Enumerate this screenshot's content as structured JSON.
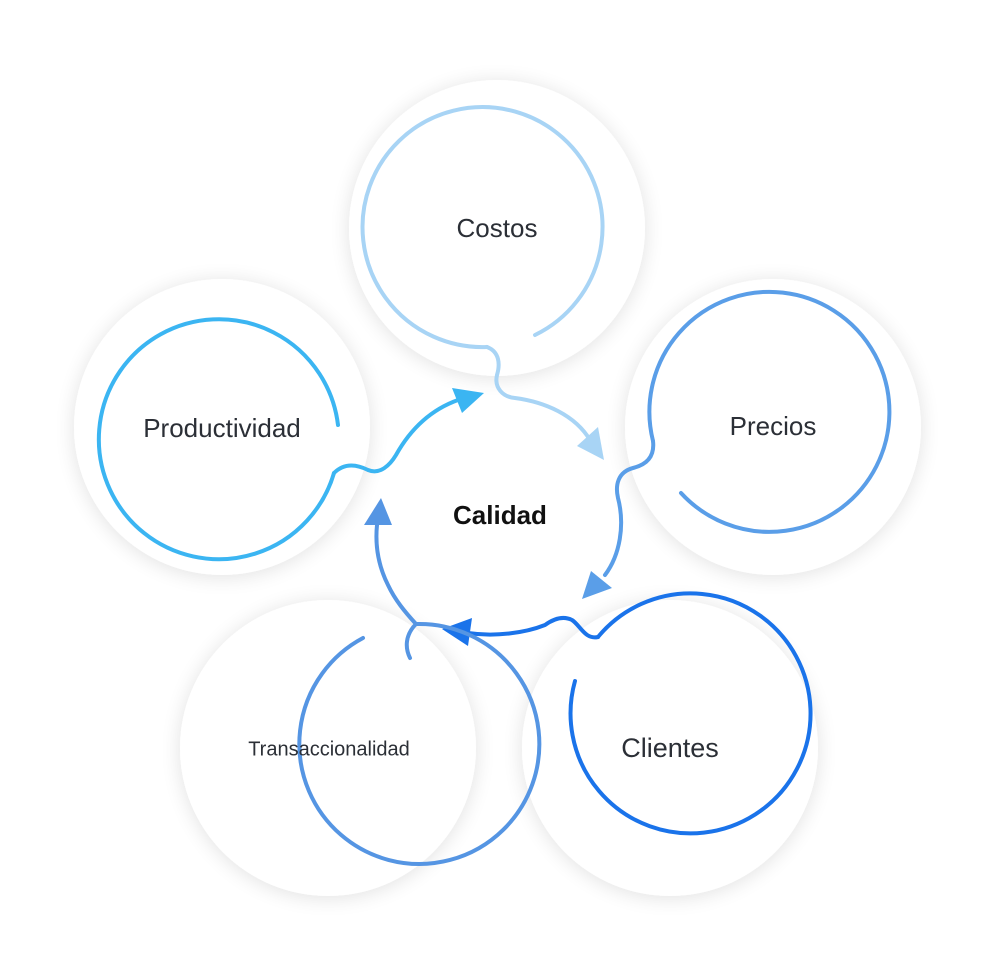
{
  "diagram": {
    "center_label": "Calidad",
    "nodes": [
      {
        "id": "costos",
        "label": "Costos",
        "color": "#a8d4f5"
      },
      {
        "id": "precios",
        "label": "Precios",
        "color": "#5a9ee8"
      },
      {
        "id": "clientes",
        "label": "Clientes",
        "color": "#1a73ea"
      },
      {
        "id": "transaccionalidad",
        "label": "Transaccionalidad",
        "color": "#5595e3"
      },
      {
        "id": "productividad",
        "label": "Productividad",
        "color": "#3bb5f2"
      }
    ],
    "shadow_color": "#eef1f5"
  }
}
